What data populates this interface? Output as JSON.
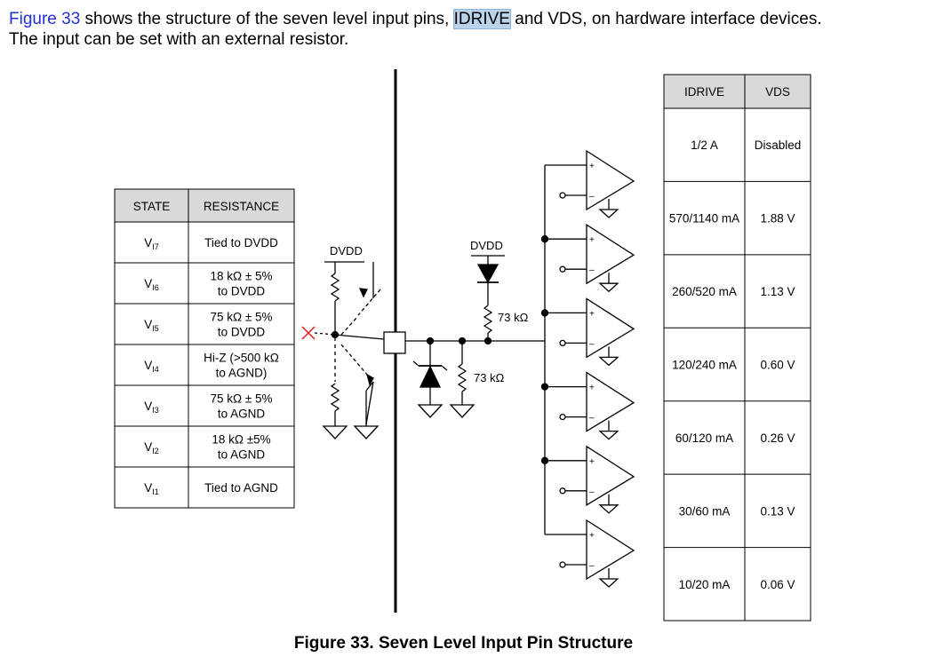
{
  "intro": {
    "link_text": "Figure 33",
    "text_a": " shows the structure of the seven level input pins, ",
    "highlight": "IDRIVE",
    "text_b": " and VDS, on hardware interface devices.",
    "line2": "The input can be set with an external resistor."
  },
  "state_table": {
    "headers": {
      "state": "STATE",
      "resistance": "RESISTANCE"
    },
    "rows": [
      {
        "v": "V",
        "sub": "I7",
        "lines": [
          "Tied to DVDD"
        ]
      },
      {
        "v": "V",
        "sub": "I6",
        "lines": [
          "18 kΩ ± 5%",
          "to DVDD"
        ]
      },
      {
        "v": "V",
        "sub": "I5",
        "lines": [
          "75 kΩ ± 5%",
          "to DVDD"
        ]
      },
      {
        "v": "V",
        "sub": "I4",
        "lines": [
          "Hi-Z (>500 kΩ",
          "to AGND)"
        ]
      },
      {
        "v": "V",
        "sub": "I3",
        "lines": [
          "75 kΩ ± 5%",
          "to AGND"
        ]
      },
      {
        "v": "V",
        "sub": "I2",
        "lines": [
          "18 kΩ ±5%",
          "to AGND"
        ]
      },
      {
        "v": "V",
        "sub": "I1",
        "lines": [
          "Tied to AGND"
        ]
      }
    ]
  },
  "setting_table": {
    "headers": {
      "idrive": "IDRIVE",
      "vds": "VDS"
    },
    "rows": [
      {
        "idrive": "1/2 A",
        "vds": "Disabled"
      },
      {
        "idrive": "570/1140 mA",
        "vds": "1.88 V"
      },
      {
        "idrive": "260/520 mA",
        "vds": "1.13 V"
      },
      {
        "idrive": "120/240 mA",
        "vds": "0.60 V"
      },
      {
        "idrive": "60/120 mA",
        "vds": "0.26 V"
      },
      {
        "idrive": "30/60 mA",
        "vds": "0.13 V"
      },
      {
        "idrive": "10/20 mA",
        "vds": "0.06 V"
      }
    ]
  },
  "circuit": {
    "dvdd_left": "DVDD",
    "dvdd_right": "DVDD",
    "r_pullup": "73 kΩ",
    "r_pulldown": "73 kΩ",
    "plus": "+",
    "minus": "–"
  },
  "caption": "Figure 33.  Seven Level Input Pin Structure",
  "colors": {
    "link": "#1f2fd6",
    "highlight": "#b9d3ea",
    "header_bg": "#d9d9d9",
    "cross": "#e02020"
  }
}
